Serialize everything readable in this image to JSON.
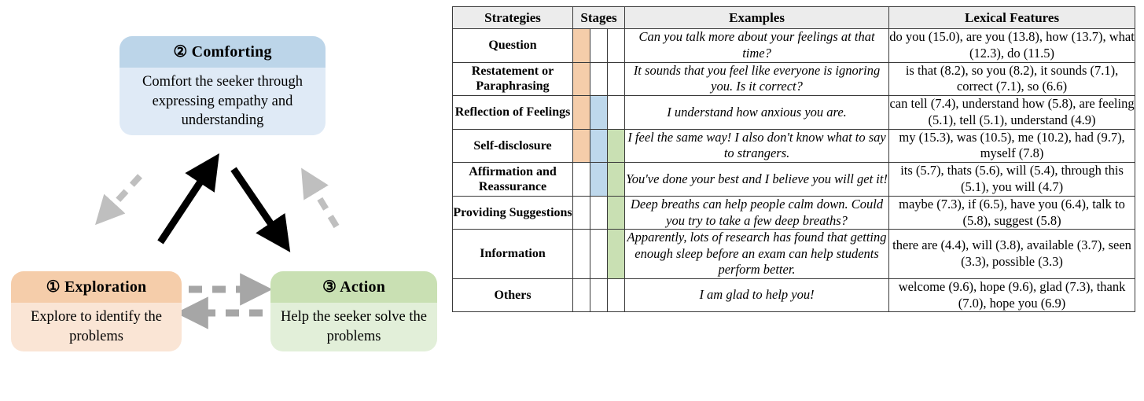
{
  "diagram": {
    "title": "emotional support conversation framework",
    "boxes": [
      {
        "id": "exploration",
        "marker": "①",
        "name": "Exploration",
        "heading": "① Exploration",
        "description": "Explore to identify the problems",
        "head_color": "#f5cdaa",
        "body_color": "#fae5d5"
      },
      {
        "id": "comforting",
        "marker": "②",
        "name": "Comforting",
        "heading": "② Comforting",
        "description": "Comfort the seeker through expressing empathy and understanding",
        "head_color": "#bcd5e9",
        "body_color": "#dfeaf6"
      },
      {
        "id": "action",
        "marker": "③",
        "name": "Action",
        "heading": "③ Action",
        "description": "Help the seeker solve the problems",
        "head_color": "#c9e0b3",
        "body_color": "#e2efd9"
      }
    ],
    "arrows": [
      {
        "name": "exploration-to-comforting",
        "style": "solid",
        "color": "#000000"
      },
      {
        "name": "comforting-to-action",
        "style": "solid",
        "color": "#000000"
      },
      {
        "name": "comforting-to-exploration",
        "style": "dashed",
        "color": "#bfbfbf"
      },
      {
        "name": "action-to-comforting",
        "style": "dashed",
        "color": "#bfbfbf"
      },
      {
        "name": "exploration-to-action",
        "style": "dashed",
        "color": "#a6a6a6"
      },
      {
        "name": "action-to-exploration",
        "style": "dashed",
        "color": "#a6a6a6"
      }
    ]
  },
  "table": {
    "headers": {
      "strategies": "Strategies",
      "stages": "Stages",
      "examples": "Examples",
      "lexical": "Lexical Features"
    },
    "stage_colors": {
      "stage1": "#f5cdaa",
      "stage2": "#bed8ec",
      "stage3": "#c9e0b3"
    },
    "rows": [
      {
        "strategy": "Question",
        "stages": [
          true,
          false,
          false
        ],
        "example": "Can you talk more about your feelings at that time?",
        "lexical": "do you (15.0), are you (13.8), how (13.7), what (12.3), do (11.5)"
      },
      {
        "strategy": "Restatement or Paraphrasing",
        "stages": [
          true,
          false,
          false
        ],
        "example": "It sounds that you feel like everyone is ignoring you. Is it correct?",
        "lexical": "is that (8.2), so you (8.2), it sounds (7.1), correct (7.1), so (6.6)"
      },
      {
        "strategy": "Reflection of Feelings",
        "stages": [
          true,
          true,
          false
        ],
        "example": "I understand how anxious you are.",
        "lexical": "can tell (7.4), understand how (5.8), are feeling (5.1), tell (5.1), understand (4.9)"
      },
      {
        "strategy": "Self-disclosure",
        "stages": [
          true,
          true,
          true
        ],
        "example": "I feel the same way! I also don't know what to say to strangers.",
        "lexical": "my (15.3), was (10.5), me (10.2), had (9.7), myself (7.8)"
      },
      {
        "strategy": "Affirmation and Reassurance",
        "stages": [
          false,
          true,
          true
        ],
        "example": "You've done your best and I believe you will get it!",
        "lexical": "its (5.7), thats (5.6), will (5.4), through this (5.1), you will (4.7)"
      },
      {
        "strategy": "Providing Suggestions",
        "stages": [
          false,
          false,
          true
        ],
        "example": "Deep breaths can help people calm down. Could you try to take a few deep breaths?",
        "lexical": "maybe (7.3), if (6.5), have you (6.4), talk to (5.8), suggest (5.8)"
      },
      {
        "strategy": "Information",
        "stages": [
          false,
          false,
          true
        ],
        "example": "Apparently, lots of research has found that getting enough sleep before an exam can help students perform better.",
        "lexical": "there are (4.4), will (3.8), available (3.7), seen (3.3), possible (3.3)"
      },
      {
        "strategy": "Others",
        "stages": [
          false,
          false,
          false
        ],
        "example": "I am glad to help you!",
        "lexical": "welcome (9.6), hope (9.6), glad (7.3), thank (7.0), hope you (6.9)"
      }
    ]
  }
}
